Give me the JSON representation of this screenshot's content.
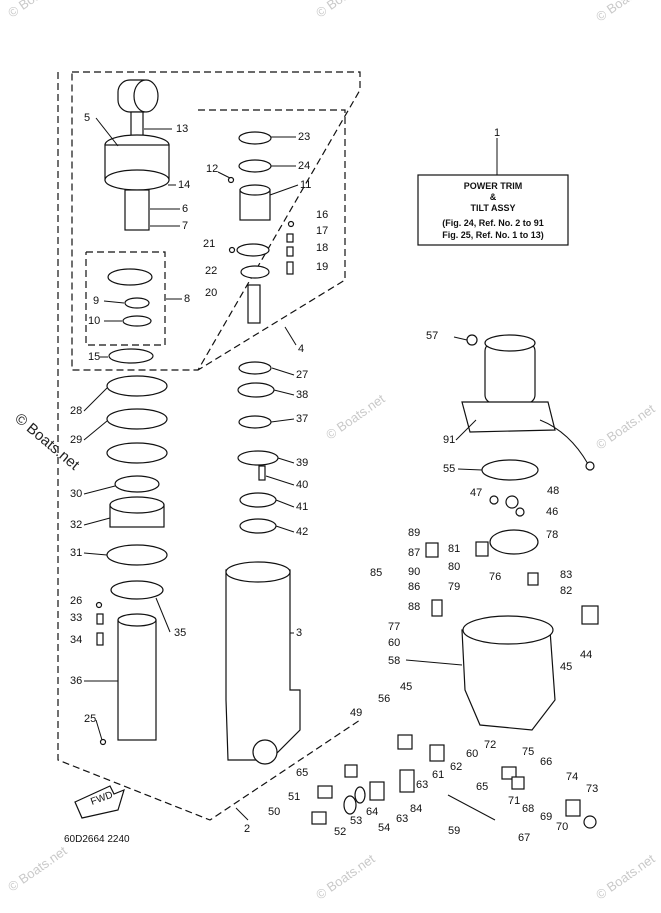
{
  "watermark": "© Boats.net",
  "diagram_code": "60D2664 2240",
  "fwd_label": "FWD",
  "caption": {
    "title_line1": "POWER TRIM",
    "title_line2": "&",
    "title_line3": "TILT ASSY",
    "ref_line1": "(Fig. 24, Ref. No. 2 to 91",
    "ref_line2": "Fig. 25, Ref. No. 1 to 13)"
  },
  "callouts": [
    "1",
    "2",
    "3",
    "4",
    "5",
    "6",
    "7",
    "8",
    "9",
    "10",
    "11",
    "12",
    "13",
    "14",
    "15",
    "16",
    "17",
    "18",
    "19",
    "20",
    "21",
    "22",
    "23",
    "24",
    "25",
    "26",
    "27",
    "28",
    "29",
    "30",
    "31",
    "32",
    "33",
    "34",
    "35",
    "36",
    "37",
    "38",
    "39",
    "40",
    "41",
    "42",
    "44",
    "45",
    "46",
    "47",
    "48",
    "49",
    "50",
    "51",
    "52",
    "53",
    "54",
    "55",
    "56",
    "57",
    "58",
    "59",
    "60",
    "61",
    "62",
    "63",
    "64",
    "65",
    "66",
    "67",
    "68",
    "69",
    "70",
    "71",
    "72",
    "73",
    "74",
    "75",
    "76",
    "77",
    "78",
    "79",
    "80",
    "81",
    "82",
    "83",
    "84",
    "85",
    "86",
    "87",
    "88",
    "89",
    "90",
    "91"
  ]
}
